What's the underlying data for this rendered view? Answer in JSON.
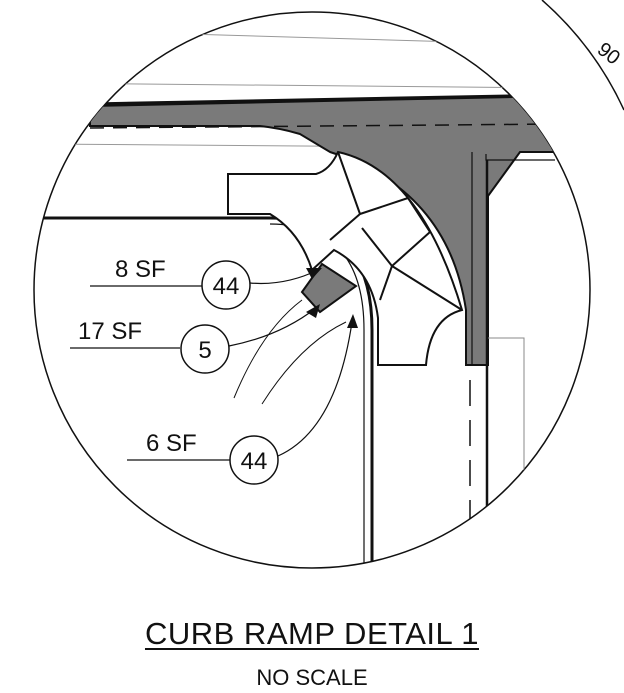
{
  "detail": {
    "title": "CURB RAMP DETAIL 1",
    "scale_note": "NO SCALE",
    "corner_label": "90"
  },
  "callouts": [
    {
      "area": "8 SF",
      "tag": "44"
    },
    {
      "area": "17 SF",
      "tag": "5"
    },
    {
      "area": "6 SF",
      "tag": "44"
    }
  ],
  "colors": {
    "line": "#111111",
    "fill_gray": "#7a7a7a",
    "thin_gray": "#888888"
  }
}
